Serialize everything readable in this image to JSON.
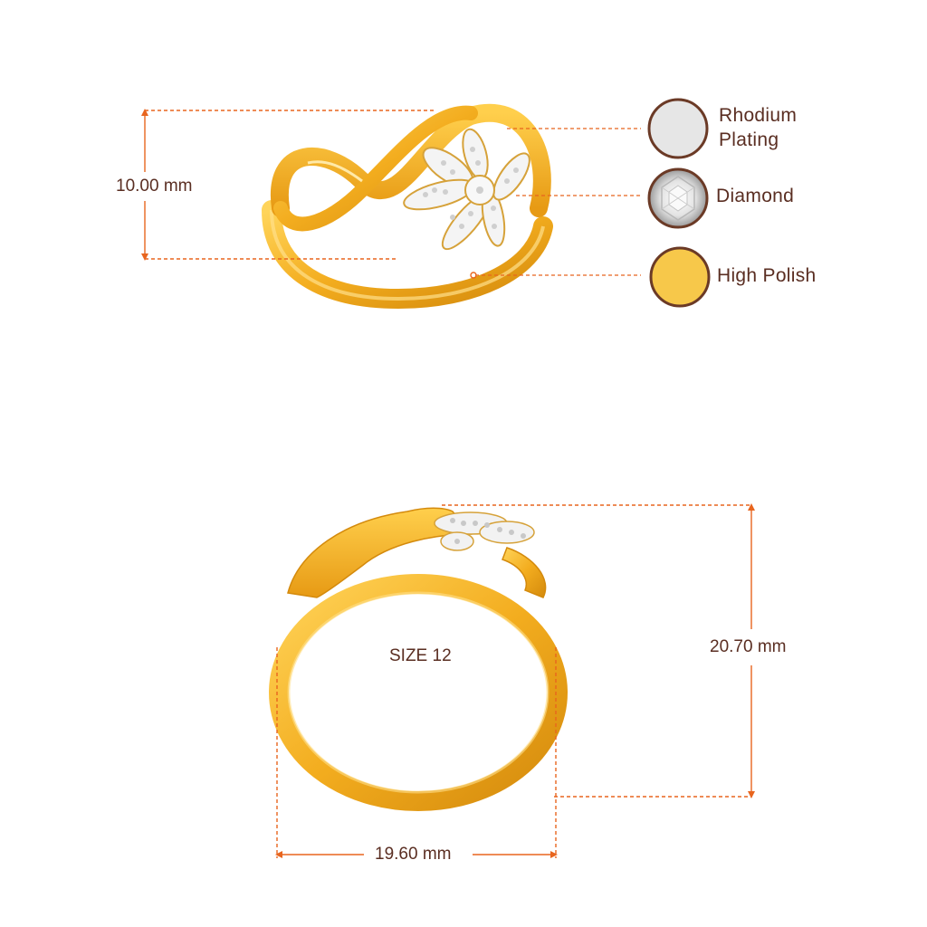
{
  "dimensions": {
    "height_top": "10.00 mm",
    "height_side": "20.70 mm",
    "width_side": "19.60 mm"
  },
  "size_label": "SIZE 12",
  "legend": {
    "rhodium": {
      "line1": "Rhodium",
      "line2": "Plating",
      "swatch_color": "#e6e6e6"
    },
    "diamond": {
      "label": "Diamond",
      "swatch_color": "#f2f2f2"
    },
    "polish": {
      "label": "High Polish",
      "swatch_color": "#f7c84a"
    }
  },
  "colors": {
    "dimension_line": "#e8651e",
    "text": "#5a2e22",
    "gold": "#f4b62a",
    "gold_dark": "#d98f10",
    "swatch_border": "#6b3a26"
  },
  "icons": [
    "rhodium-swatch-icon",
    "diamond-swatch-icon",
    "high-polish-swatch-icon"
  ]
}
